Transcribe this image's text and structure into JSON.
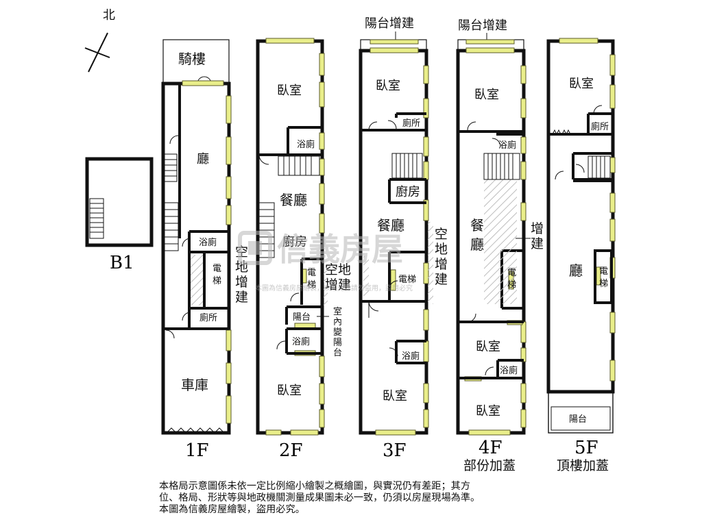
{
  "compass": {
    "north": "北"
  },
  "floors": [
    {
      "id": "B1",
      "label": "B1",
      "sublabel": "",
      "rooms": []
    },
    {
      "id": "1F",
      "label": "1F",
      "sublabel": "",
      "rooms": {
        "arcade": "騎樓",
        "hall": "廳",
        "bath": "浴廁",
        "elevator": "電\n梯",
        "toilet": "廁所",
        "garage": "車庫",
        "ext_side": "空\n地\n增\n建"
      }
    },
    {
      "id": "2F",
      "label": "2F",
      "sublabel": "",
      "rooms": {
        "bedroom_top": "臥室",
        "bath_top": "浴廁",
        "dining": "餐廳",
        "kitchen": "廚房",
        "elevator": "電\n梯",
        "ext_side": "空地\n增建",
        "balcony": "陽台",
        "indoor_balcony": "室\n內\n變\n陽\n台",
        "bath_mid": "浴廁",
        "bedroom_bottom": "臥室"
      }
    },
    {
      "id": "3F",
      "label": "3F",
      "sublabel": "",
      "rooms": {
        "balcony_ext": "陽台增建",
        "bedroom_top": "臥室",
        "toilet": "廁所",
        "kitchen": "廚房",
        "dining": "餐廳",
        "elevator": "電梯",
        "ext_side": "空\n地\n增\n建",
        "bath": "浴廁",
        "bedroom_bottom": "臥室"
      }
    },
    {
      "id": "4F",
      "label": "4F",
      "sublabel": "部份加蓋",
      "rooms": {
        "balcony_ext": "陽台增建",
        "bedroom_top": "臥室",
        "bath_top": "浴廁",
        "dining": "餐\n廳",
        "ext": "增\n建",
        "elevator": "電\n梯",
        "bedroom_mid": "臥室",
        "bath_mid": "浴廁",
        "bedroom_bottom": "臥室"
      }
    },
    {
      "id": "5F",
      "label": "5F",
      "sublabel": "頂樓加蓋",
      "rooms": {
        "bedroom": "臥室",
        "toilet": "廁所",
        "hall": "廳",
        "elevator": "電\n梯",
        "balcony": "陽台"
      }
    }
  ],
  "watermark": {
    "brand": "信義房屋",
    "line": "本圖為信義房屋繪製，未經允許請勿盜用，盜用必究"
  },
  "note": {
    "line1": "本格局示意圖係未依一定比例縮小繪製之概繪圖，與實況仍有差距；其方",
    "line2": "位、格局、形狀等與地政機關測量成果圖未必一致，仍須以房屋現場為準。",
    "line3": "本圖為信義房屋繪製，盜用必究。"
  },
  "colors": {
    "wall": "#111111",
    "window": "#e9ee8a",
    "window_stroke": "#5a5a2a",
    "hatch": "#bdbdbd",
    "watermark": "#b8b8b8"
  }
}
